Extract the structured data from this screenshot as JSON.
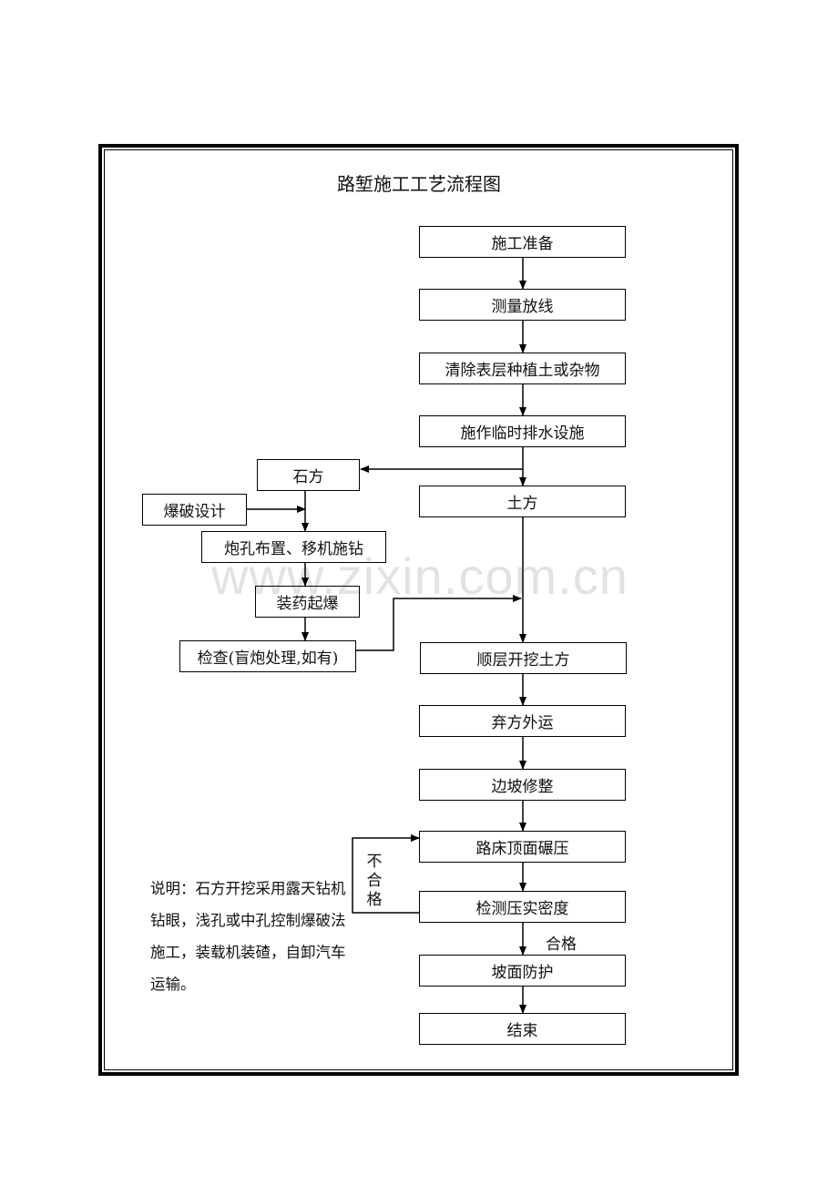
{
  "title": "路堑施工工艺流程图",
  "main_steps": [
    "施工准备",
    "测量放线",
    "清除表层种植土或杂物",
    "施作临时排水设施",
    "土方",
    "顺层开挖土方",
    "弃方外运",
    "边坡修整",
    "路床顶面碾压",
    "检测压实密度",
    "坡面防护",
    "结束"
  ],
  "rock_steps": {
    "rock": "石方",
    "blast_design": "爆破设计",
    "drilling": "炮孔布置、移机施钻",
    "charging": "装药起爆",
    "inspection": "检查(盲炮处理,如有)"
  },
  "labels": {
    "fail": "不合格",
    "pass": "合格"
  },
  "note": "说明：石方开挖采用露天钻机钻眼，浅孔或中孔控制爆破法施工，装载机装碴，自卸汽车运输。",
  "watermark": "www.zixin.com.cn"
}
